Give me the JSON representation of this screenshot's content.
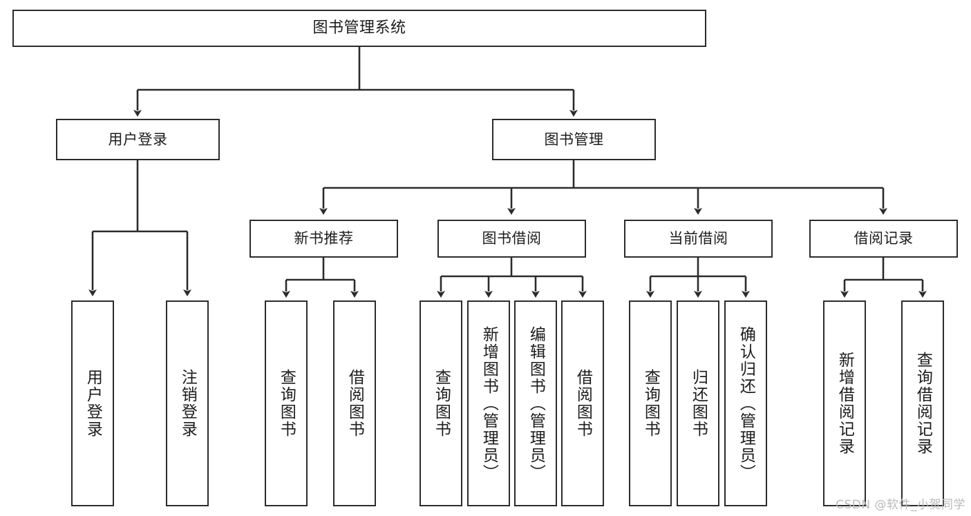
{
  "diagram": {
    "title": "图书管理系统",
    "type": "tree-hierarchy",
    "colors": {
      "background": "#ffffff",
      "stroke": "#2b2b2b",
      "text": "#1c1c1c",
      "watermark": "#b9b9b9"
    },
    "root": {
      "label": "图书管理系统"
    },
    "level1": [
      {
        "label": "用户登录"
      },
      {
        "label": "图书管理"
      }
    ],
    "level2": [
      {
        "label": "新书推荐"
      },
      {
        "label": "图书借阅"
      },
      {
        "label": "当前借阅"
      },
      {
        "label": "借阅记录"
      }
    ],
    "leaves": {
      "user_login": [
        {
          "label": "用户登录"
        },
        {
          "label": "注销登录"
        }
      ],
      "new_book_recommend": [
        {
          "label": "查询图书"
        },
        {
          "label": "借阅图书"
        }
      ],
      "book_borrow": [
        {
          "label": "查询图书"
        },
        {
          "label": "新增图书（管理员）"
        },
        {
          "label": "编辑图书（管理员）"
        },
        {
          "label": "借阅图书"
        }
      ],
      "current_borrow": [
        {
          "label": "查询图书"
        },
        {
          "label": "归还图书"
        },
        {
          "label": "确认归还（管理员）"
        }
      ],
      "borrow_record": [
        {
          "label": "新增借阅记录"
        },
        {
          "label": "查询借阅记录"
        }
      ]
    }
  },
  "watermark": {
    "text": "CSDN @软件_小贺同学"
  }
}
